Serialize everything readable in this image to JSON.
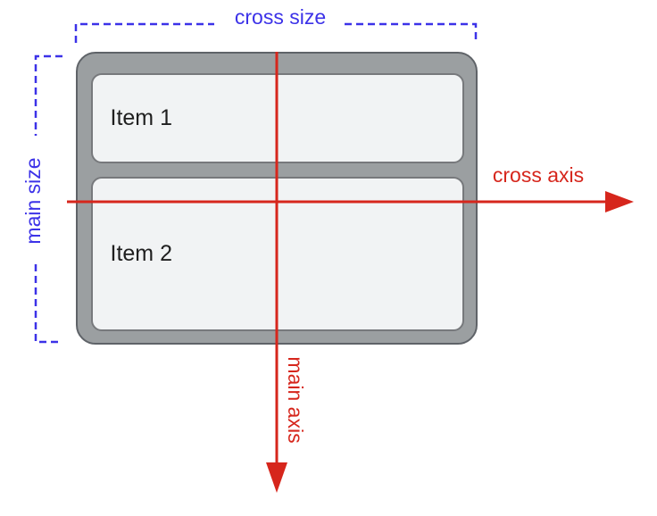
{
  "diagram": {
    "labels": {
      "cross_size": "cross size",
      "main_size": "main size",
      "cross_axis": "cross axis",
      "main_axis": "main axis"
    },
    "container": {
      "items": [
        {
          "label": "Item 1"
        },
        {
          "label": "Item 2"
        }
      ]
    },
    "colors": {
      "axis_red": "#d6261c",
      "measure_blue": "#3c32e8",
      "container_fill": "#9b9fa1",
      "container_border": "#5f6368",
      "item_fill": "#f1f3f4",
      "item_border": "#77797c",
      "item_text": "#1f1f1f"
    }
  }
}
